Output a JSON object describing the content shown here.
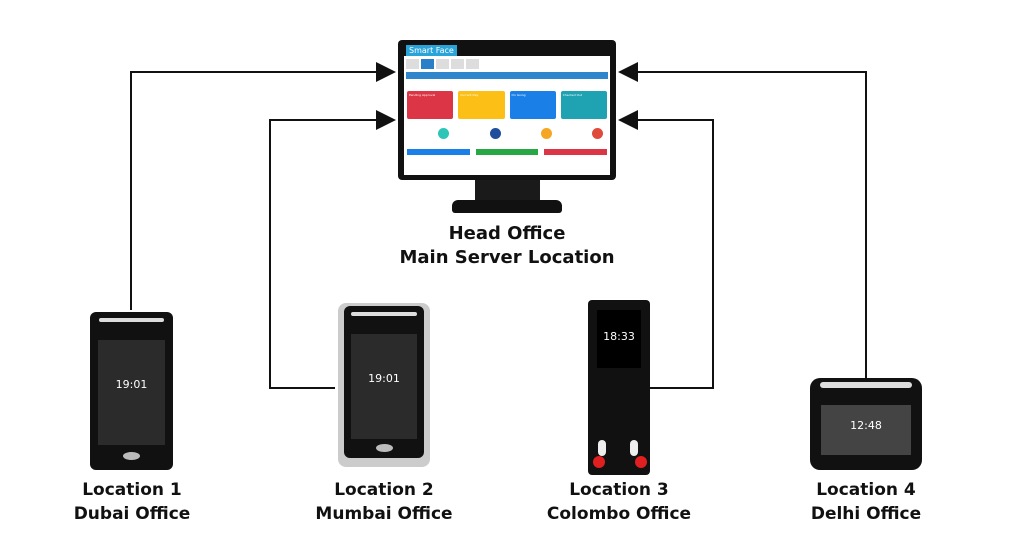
{
  "server": {
    "title_line1": "Head Office",
    "title_line2": "Main Server Location",
    "app_brand": "Smart Face",
    "cards": [
      "Pending Approval",
      "Current Day",
      "On Going",
      "Checked Out"
    ]
  },
  "locations": [
    {
      "name": "Location 1",
      "office": "Dubai Office",
      "device_time": "19:01"
    },
    {
      "name": "Location 2",
      "office": "Mumbai Office",
      "device_time": "19:01"
    },
    {
      "name": "Location 3",
      "office": "Colombo Office",
      "device_time": "18:33"
    },
    {
      "name": "Location 4",
      "office": "Delhi Office",
      "device_time": "12:48"
    }
  ]
}
